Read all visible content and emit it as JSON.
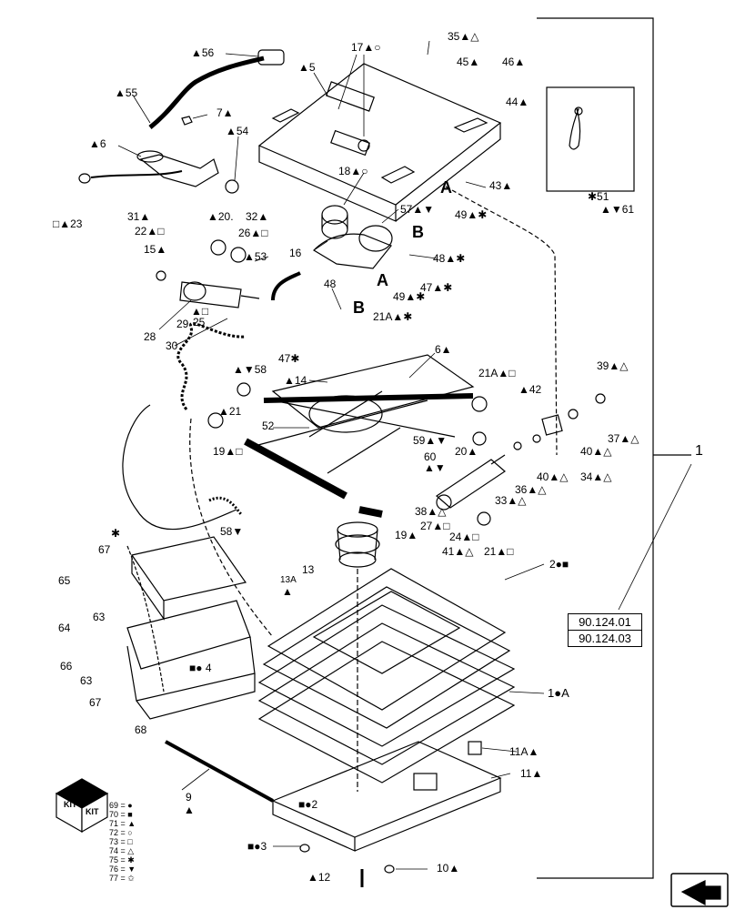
{
  "callouts": [
    {
      "label": "▲56"
    },
    {
      "label": "17▲○"
    },
    {
      "label": "35▲△"
    },
    {
      "label": "▲5"
    },
    {
      "label": "45▲"
    },
    {
      "label": "46▲"
    },
    {
      "label": "▲55"
    },
    {
      "label": "7▲"
    },
    {
      "label": "44▲"
    },
    {
      "label": "▲6"
    },
    {
      "label": "▲54"
    },
    {
      "label": "18▲○"
    },
    {
      "label": "43▲"
    },
    {
      "label": "□▲23"
    },
    {
      "label": "31▲"
    },
    {
      "label": "▲20."
    },
    {
      "label": "32▲"
    },
    {
      "label": "57▲▼"
    },
    {
      "label": "22▲□"
    },
    {
      "label": "26▲□"
    },
    {
      "label": "49▲✱"
    },
    {
      "label": "15▲"
    },
    {
      "label": "16"
    },
    {
      "label": "▲53"
    },
    {
      "label": "48▲✱"
    },
    {
      "label": "48"
    },
    {
      "label": "49▲✱"
    },
    {
      "label": "47▲✱"
    },
    {
      "label": "29"
    },
    {
      "label": "▲□"
    },
    {
      "label": "25"
    },
    {
      "label": "21A▲✱"
    },
    {
      "label": "28"
    },
    {
      "label": "30"
    },
    {
      "label": "6▲"
    },
    {
      "label": "47✱"
    },
    {
      "label": "▲▼58"
    },
    {
      "label": "39▲△"
    },
    {
      "label": "▲14"
    },
    {
      "label": "21A▲□"
    },
    {
      "label": "▲42"
    },
    {
      "label": "▲21"
    },
    {
      "label": "52"
    },
    {
      "label": "37▲△"
    },
    {
      "label": "59▲▼"
    },
    {
      "label": "19▲□"
    },
    {
      "label": "20▲"
    },
    {
      "label": "40▲△"
    },
    {
      "label": "60"
    },
    {
      "label": "▲▼"
    },
    {
      "label": "40▲△"
    },
    {
      "label": "34▲△"
    },
    {
      "label": "36▲△"
    },
    {
      "label": "33▲△"
    },
    {
      "label": "38▲△"
    },
    {
      "label": "19▲"
    },
    {
      "label": "27▲□"
    },
    {
      "label": "24▲□"
    },
    {
      "label": "58▼"
    },
    {
      "label": "41▲△"
    },
    {
      "label": "21▲□"
    },
    {
      "label": "✱"
    },
    {
      "label": "67"
    },
    {
      "label": "13"
    },
    {
      "label": "2●■"
    },
    {
      "label": "65"
    },
    {
      "label": "13A"
    },
    {
      "label": "▲"
    },
    {
      "label": "63"
    },
    {
      "label": "64"
    },
    {
      "label": "66"
    },
    {
      "label": "■● 4"
    },
    {
      "label": "63"
    },
    {
      "label": "1●A"
    },
    {
      "label": "67"
    },
    {
      "label": "68"
    },
    {
      "label": "11A▲"
    },
    {
      "label": "11▲"
    },
    {
      "label": "9"
    },
    {
      "label": "▲"
    },
    {
      "label": "■●2"
    },
    {
      "label": "■●3"
    },
    {
      "label": "10▲"
    },
    {
      "label": "▲12"
    },
    {
      "label": "✱51"
    },
    {
      "label": "▲▼61"
    },
    {
      "label": "1"
    }
  ],
  "letter_marks": [
    "A",
    "B",
    "A",
    "B"
  ],
  "references": [
    "90.124.01",
    "90.124.03"
  ],
  "legend": [
    "69 = ●",
    "70 = ■",
    "71 = ▲",
    "72 = ○",
    "73 = □",
    "74 = △",
    "75 = ✱",
    "76 = ▼",
    "77 = ✩"
  ],
  "kit_label": "KIT"
}
